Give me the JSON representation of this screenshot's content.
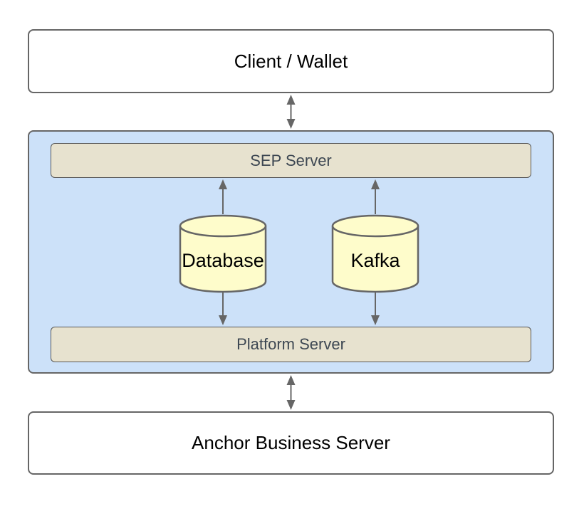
{
  "diagram": {
    "nodes": {
      "client": {
        "label": "Client / Wallet"
      },
      "sep_server": {
        "label": "SEP Server"
      },
      "database": {
        "label": "Database"
      },
      "kafka": {
        "label": "Kafka"
      },
      "platform_server": {
        "label": "Platform Server"
      },
      "anchor_business_server": {
        "label": "Anchor Business Server"
      }
    },
    "edges": [
      {
        "from": "client",
        "to": "anchor_platform_group",
        "direction": "bidirectional"
      },
      {
        "from": "database",
        "to": "sep_server",
        "direction": "up"
      },
      {
        "from": "kafka",
        "to": "sep_server",
        "direction": "up"
      },
      {
        "from": "database",
        "to": "platform_server",
        "direction": "down"
      },
      {
        "from": "kafka",
        "to": "platform_server",
        "direction": "down"
      },
      {
        "from": "anchor_platform_group",
        "to": "anchor_business_server",
        "direction": "bidirectional"
      }
    ],
    "colors": {
      "group_fill": "#cce1f9",
      "bar_fill": "#e7e2cf",
      "cylinder_fill": "#fefccb",
      "box_fill": "#ffffff",
      "border": "#666666",
      "arrow": "#666666",
      "bar_text": "#3d4752",
      "box_text": "#000000"
    }
  }
}
